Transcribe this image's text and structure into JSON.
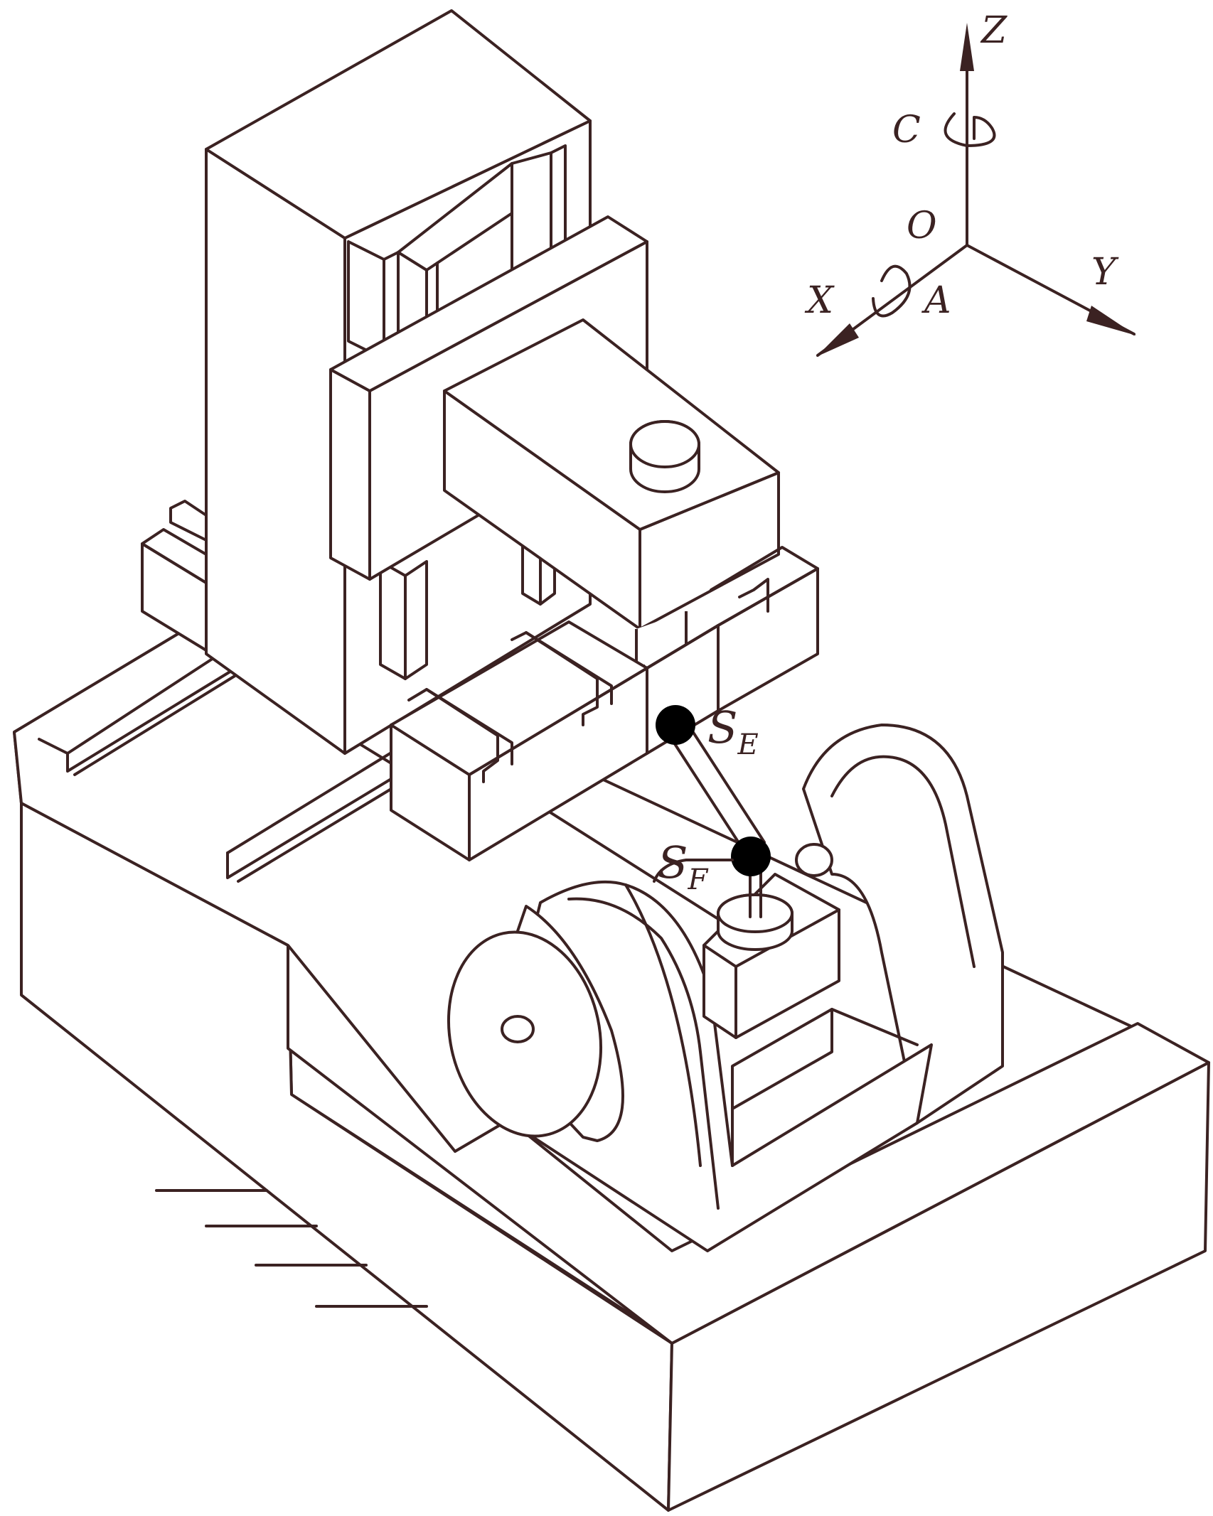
{
  "axes": {
    "z_label": "Z",
    "c_label": "C",
    "origin_label": "O",
    "x_label": "X",
    "a_label": "A",
    "y_label": "Y"
  },
  "points": {
    "spindle_point": {
      "main": "S",
      "sub": "E"
    },
    "table_point": {
      "main": "S",
      "sub": "F"
    }
  },
  "colors": {
    "line": "#3b2222",
    "ball": "#000000",
    "background": "#ffffff"
  }
}
